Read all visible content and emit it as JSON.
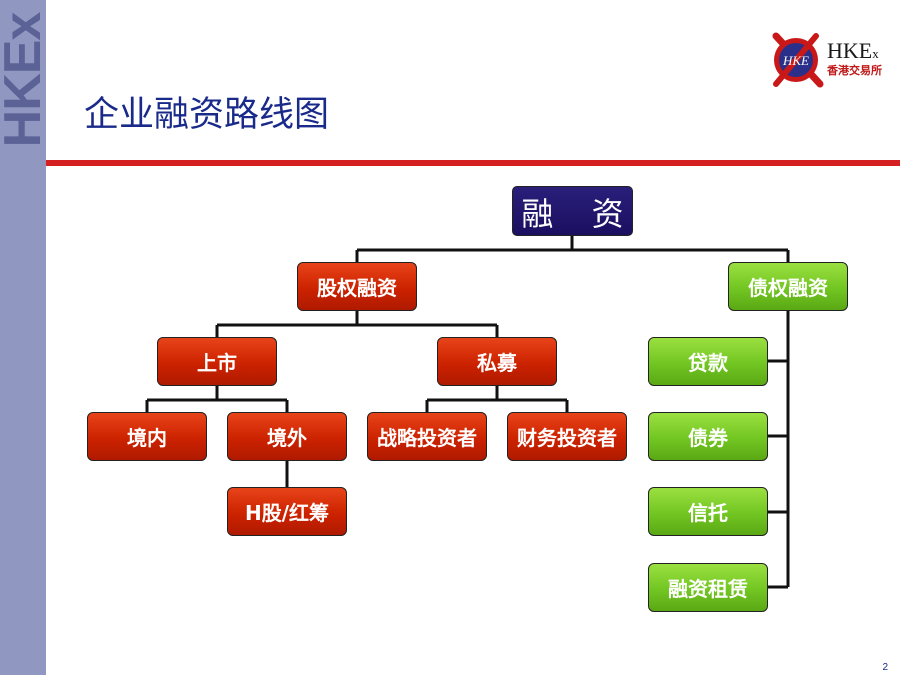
{
  "sidebar": {
    "logo_text": "HKEx"
  },
  "brand": {
    "ring_label": "HKE",
    "wordmark": "HKE",
    "wordmark_suffix": "x",
    "cn_name": "香港交易所"
  },
  "title": "企业融资路线图",
  "page_number": "2",
  "colors": {
    "title": "#1a2a8a",
    "rule": "#d42020",
    "red_node": "#cc2200",
    "green_node": "#72c622",
    "root_node": "#1f1466",
    "sidebar": "#9097c0"
  },
  "diagram": {
    "root": "融 资",
    "equity": {
      "label": "股权融资",
      "listing": {
        "label": "上市",
        "domestic": "境内",
        "overseas": "境外",
        "h_share": "H股/红筹"
      },
      "private": {
        "label": "私募",
        "strategic": "战略投资者",
        "financial": "财务投资者"
      }
    },
    "debt": {
      "label": "债权融资",
      "items": [
        "贷款",
        "债券",
        "信托",
        "融资租赁"
      ]
    }
  }
}
